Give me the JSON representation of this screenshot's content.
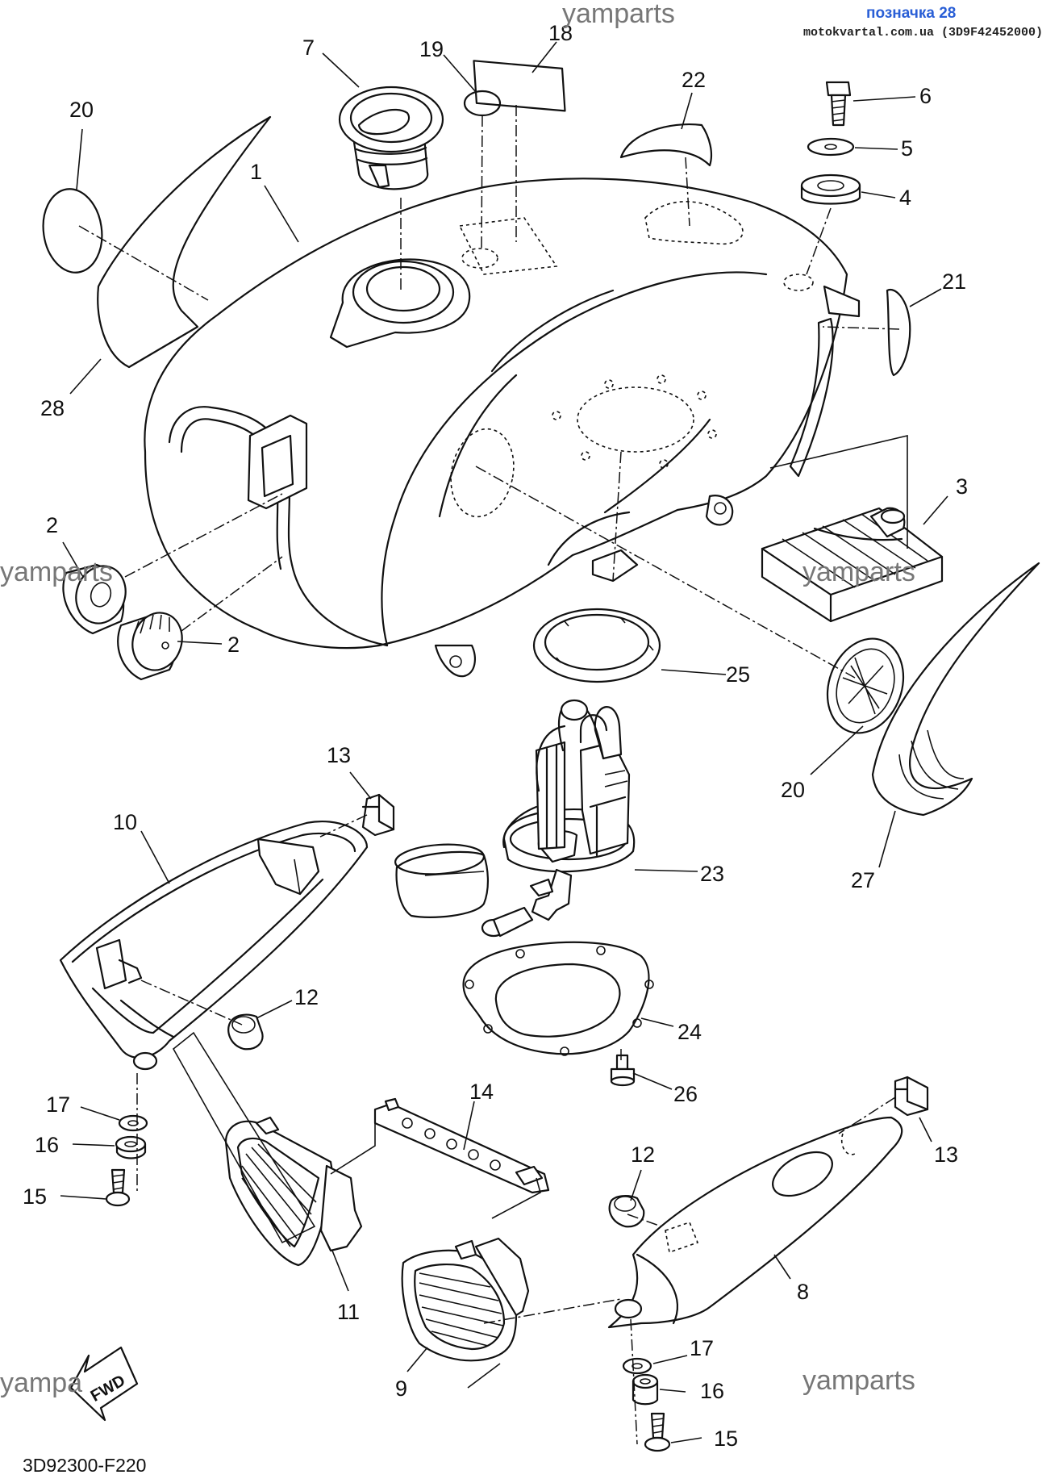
{
  "header": {
    "link_text": "позначка 28",
    "source_text": "motokvartal.com.ua (3D9F42452000)"
  },
  "watermarks": [
    "yamparts",
    "yamparts",
    "yamparts",
    "yampa",
    "yamparts"
  ],
  "diagram_code": "3D92300-F220",
  "fwd_label": "FWD",
  "callouts": [
    "20",
    "28",
    "7",
    "19",
    "18",
    "1",
    "22",
    "6",
    "5",
    "4",
    "21",
    "2",
    "2",
    "3",
    "25",
    "20",
    "27",
    "13",
    "10",
    "23",
    "12",
    "24",
    "26",
    "17",
    "16",
    "15",
    "14",
    "12",
    "13",
    "8",
    "11",
    "9",
    "17",
    "16",
    "15"
  ]
}
